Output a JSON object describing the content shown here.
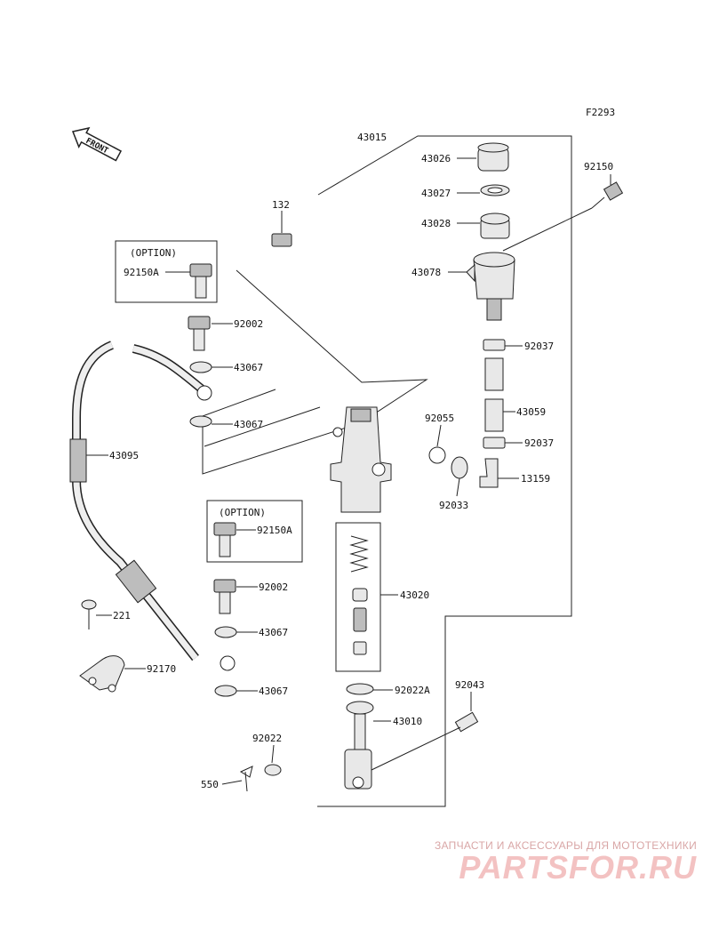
{
  "figure_code": "F2293",
  "front_arrow": "FRONT",
  "option_label": "(OPTION)",
  "parts": {
    "p43015": "43015",
    "p43026": "43026",
    "p43027": "43027",
    "p43028": "43028",
    "p43078": "43078",
    "p92150": "92150",
    "p132": "132",
    "p92150A_top": "92150A",
    "p92002_top": "92002",
    "p43067_a": "43067",
    "p43067_b": "43067",
    "p43095": "43095",
    "p92037_a": "92037",
    "p43059": "43059",
    "p92037_b": "92037",
    "p92055": "92055",
    "p92033": "92033",
    "p13159": "13159",
    "p92150A_bot": "92150A",
    "p43020": "43020",
    "p92002_bot": "92002",
    "p221": "221",
    "p43067_c": "43067",
    "p92170": "92170",
    "p43067_d": "43067",
    "p92022A": "92022A",
    "p43010": "43010",
    "p92043": "92043",
    "p92022": "92022",
    "p550": "550"
  },
  "watermark": {
    "caption": "ЗАПЧАСТИ И АКСЕССУАРЫ ДЛЯ МОТОТЕХНИКИ",
    "logo": "PARTSFOR.RU"
  }
}
